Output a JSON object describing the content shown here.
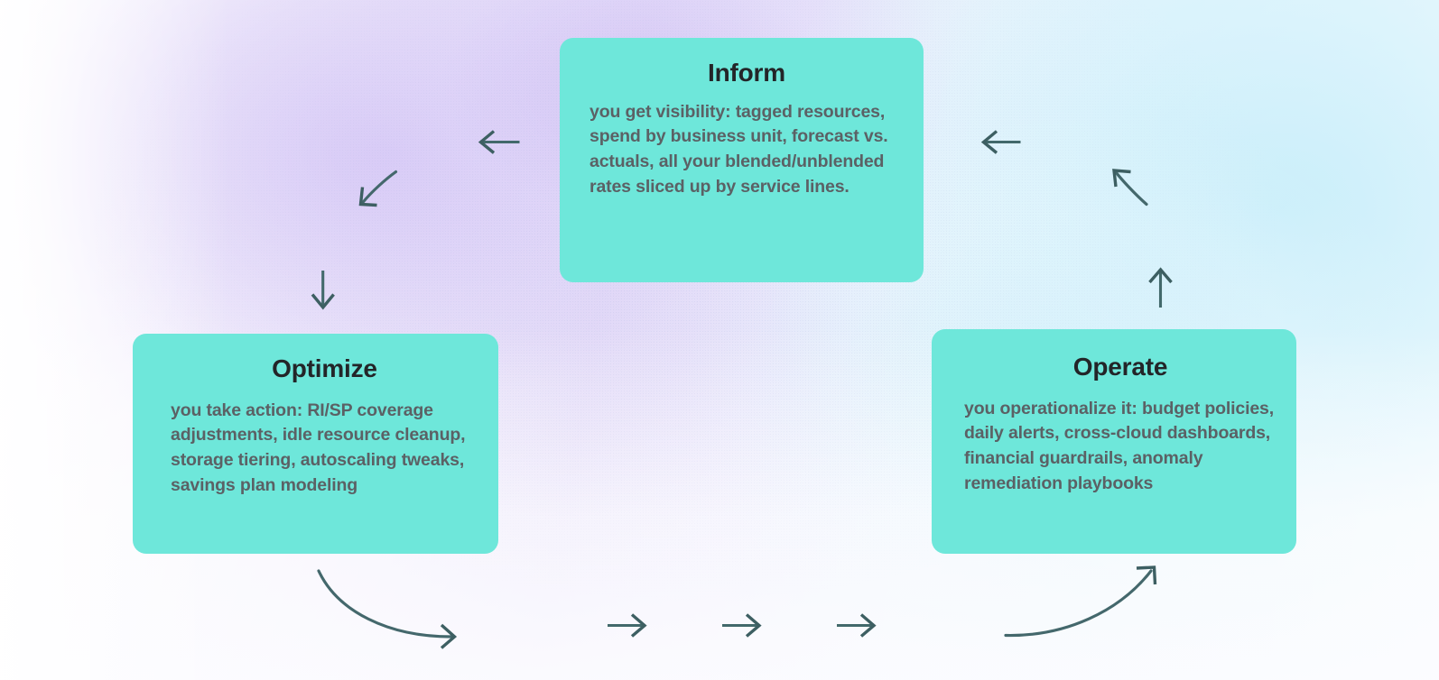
{
  "diagram": {
    "title": "FinOps lifecycle cycle diagram",
    "background": {
      "gradient_from": "#fdfcff",
      "gradient_lavender": "#dcd3f5",
      "gradient_cyan": "#ddf2fb",
      "gradient_to": "#fafafd"
    },
    "card_color": "#6ee7da",
    "title_color": "#232528",
    "body_color": "#5b6165",
    "arrow_color": "#42696b",
    "cards": [
      {
        "id": "inform",
        "title": "Inform",
        "body": "you get visibility: tagged resources, spend by business unit, forecast vs. actuals, all your blended/unblended rates sliced up by service lines."
      },
      {
        "id": "optimize",
        "title": "Optimize",
        "body": "you take action: RI/SP coverage adjustments, idle resource cleanup, storage tiering, autoscaling tweaks, savings plan modeling"
      },
      {
        "id": "operate",
        "title": "Operate",
        "body": "you operationalize it: budget policies, daily alerts, cross-cloud dashboards, financial guardrails, anomaly remediation playbooks"
      }
    ],
    "arrows": [
      {
        "id": "inform-to-left",
        "direction": "left"
      },
      {
        "id": "inform-to-optimize-diagonal",
        "direction": "down-left"
      },
      {
        "id": "inform-to-optimize-down",
        "direction": "down"
      },
      {
        "id": "operate-to-inform-left",
        "direction": "left"
      },
      {
        "id": "operate-to-inform-diagonal",
        "direction": "up-left"
      },
      {
        "id": "operate-to-inform-up",
        "direction": "up"
      },
      {
        "id": "optimize-to-operate-curve",
        "direction": "right-down"
      },
      {
        "id": "bottom-right-1",
        "direction": "right"
      },
      {
        "id": "bottom-right-2",
        "direction": "right"
      },
      {
        "id": "bottom-right-3",
        "direction": "right"
      },
      {
        "id": "curve-to-operate",
        "direction": "right-up"
      }
    ]
  }
}
